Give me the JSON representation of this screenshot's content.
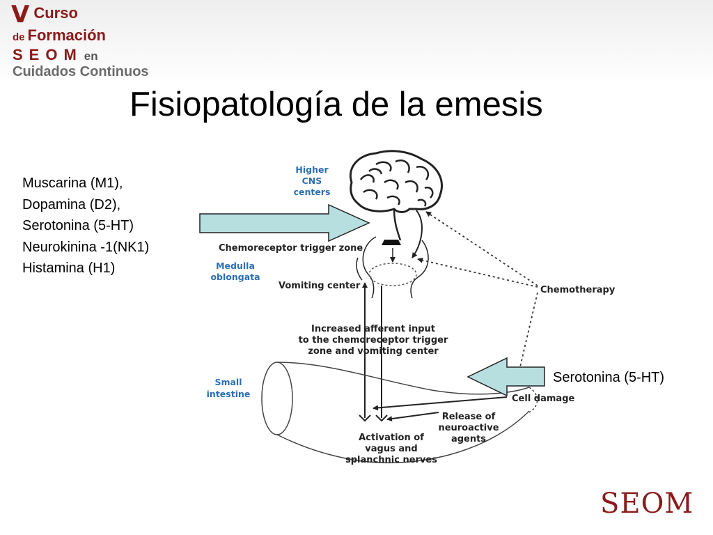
{
  "brand": {
    "line1_v": "V",
    "line1_rest": "Curso",
    "line2_de": "de",
    "line2_rest": "Formación",
    "line3_seom": "SEOM",
    "line3_en": "en",
    "line4": "Cuidados Continuos"
  },
  "title": "Fisiopatología de la emesis",
  "receptors_left": [
    "Muscarina (M1),",
    "Dopamina (D2),",
    "Serotonina (5-HT)",
    "Neurokinina -1(NK1)",
    "Histamina (H1)"
  ],
  "receptor_right": "Serotonina (5-HT)",
  "diagram": {
    "higher_cns": [
      "Higher",
      "CNS",
      "centers"
    ],
    "medulla": [
      "Medulla",
      "oblongata"
    ],
    "small_intestine": [
      "Small",
      "intestine"
    ],
    "ctz": "Chemoreceptor trigger zone",
    "vomiting_center": "Vomiting center",
    "chemotherapy": "Chemotherapy",
    "afferent": [
      "Increased afferent input",
      "to the chemoreceptor trigger",
      "zone and vomiting center"
    ],
    "cell_damage": "Cell damage",
    "release": [
      "Release of",
      "neuroactive",
      "agents"
    ],
    "activation": [
      "Activation of",
      "vagus and",
      "splanchnic nerves"
    ]
  },
  "footer_logo": "SEOM",
  "colors": {
    "brand_red": "#8b1a1a",
    "arrow_fill": "#b7dfe0",
    "diagram_blue": "#2b6fb5"
  }
}
